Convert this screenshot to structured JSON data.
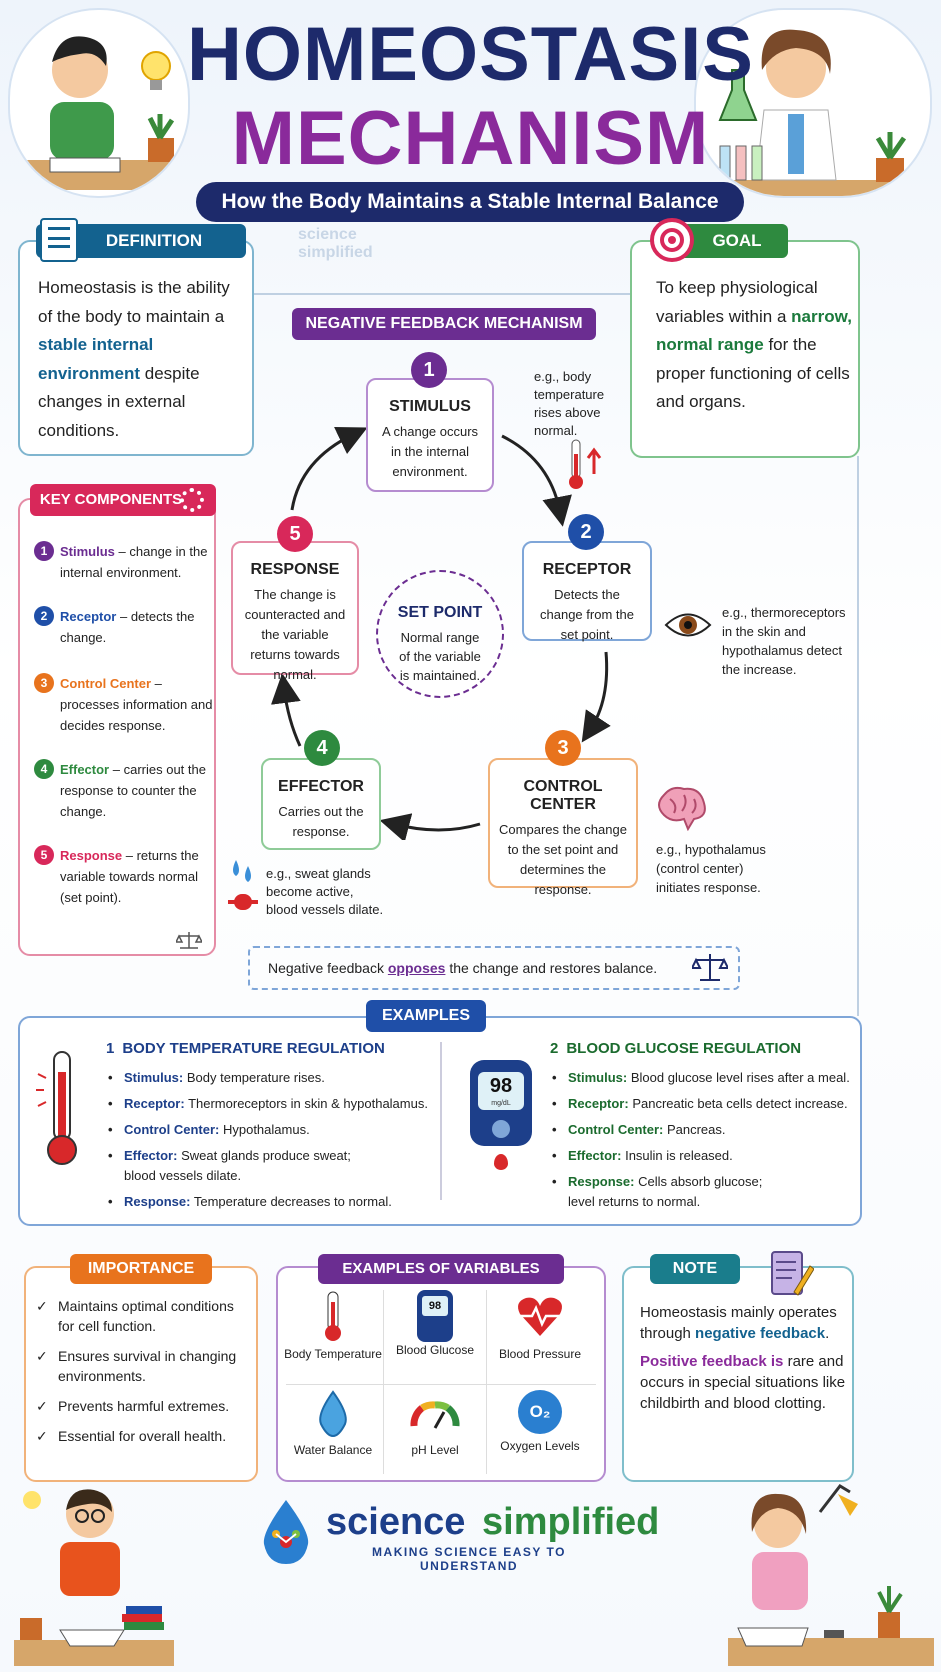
{
  "header": {
    "title_line1": "HOMEOSTASIS",
    "title_line2": "MECHANISM",
    "subtitle": "How the Body Maintains a Stable Internal Balance"
  },
  "watermark": "science simplified",
  "definition": {
    "heading": "DEFINITION",
    "text_a": "Homeostasis is the ability of the body to maintain a",
    "text_highlight": "stable internal environment",
    "text_b": "despite changes in external conditions."
  },
  "goal": {
    "heading": "GOAL",
    "text_a": "To keep physiological variables within a",
    "text_highlight": "narrow, normal range",
    "text_b": "for the proper functioning of cells and organs."
  },
  "mechanism": {
    "heading": "NEGATIVE FEEDBACK MECHANISM",
    "set_point_title": "SET POINT",
    "set_point_desc": "Normal range of the variable is maintained.",
    "steps": [
      {
        "num": "1",
        "title": "STIMULUS",
        "desc": "A change occurs in the internal environment.",
        "example": "e.g., body temperature rises above normal."
      },
      {
        "num": "2",
        "title": "RECEPTOR",
        "desc": "Detects the change from the set point.",
        "example": "e.g., thermoreceptors in the skin and hypothalamus detect the increase."
      },
      {
        "num": "3",
        "title": "CONTROL CENTER",
        "desc": "Compares the change to the set point and determines the response.",
        "example": "e.g., hypothalamus (control center) initiates response."
      },
      {
        "num": "4",
        "title": "EFFECTOR",
        "desc": "Carries out the response.",
        "example": "e.g., sweat glands become active, blood vessels dilate."
      },
      {
        "num": "5",
        "title": "RESPONSE",
        "desc": "The change is counteracted and the variable returns towards normal.",
        "example": ""
      }
    ],
    "summary_a": "Negative feedback",
    "summary_word": "opposes",
    "summary_b": "the change and restores balance."
  },
  "key_components": {
    "heading": "KEY COMPONENTS",
    "items": [
      {
        "num": "1",
        "term": "Stimulus",
        "desc": "– change in the internal environment.",
        "color": "#6b2d91"
      },
      {
        "num": "2",
        "term": "Receptor",
        "desc": "– detects the change.",
        "color": "#1f4fa8"
      },
      {
        "num": "3",
        "term": "Control Center",
        "desc": "– processes information and decides response.",
        "color": "#e8731d"
      },
      {
        "num": "4",
        "term": "Effector",
        "desc": "– carries out the response to counter the change.",
        "color": "#2e8a3f"
      },
      {
        "num": "5",
        "term": "Response",
        "desc": "– returns the variable towards normal (set point).",
        "color": "#d8285a"
      }
    ]
  },
  "examples": {
    "heading": "EXAMPLES",
    "ex1": {
      "num": "1",
      "title": "BODY TEMPERATURE REGULATION",
      "rows": [
        {
          "label": "Stimulus:",
          "value": "Body temperature rises."
        },
        {
          "label": "Receptor:",
          "value": "Thermoreceptors in skin & hypothalamus."
        },
        {
          "label": "Control Center:",
          "value": "Hypothalamus."
        },
        {
          "label": "Effector:",
          "value": "Sweat glands produce sweat; blood vessels dilate."
        },
        {
          "label": "Response:",
          "value": "Temperature decreases to normal."
        }
      ]
    },
    "ex2": {
      "num": "2",
      "title": "BLOOD GLUCOSE REGULATION",
      "meter_reading": "98",
      "meter_unit": "mg/dL",
      "rows": [
        {
          "label": "Stimulus:",
          "value": "Blood glucose level rises after a meal."
        },
        {
          "label": "Receptor:",
          "value": "Pancreatic beta cells detect increase."
        },
        {
          "label": "Control Center:",
          "value": "Pancreas."
        },
        {
          "label": "Effector:",
          "value": "Insulin is released."
        },
        {
          "label": "Response:",
          "value": "Cells absorb glucose; level returns to normal."
        }
      ]
    }
  },
  "importance": {
    "heading": "IMPORTANCE",
    "items": [
      "Maintains optimal conditions for cell function.",
      "Ensures survival in changing environments.",
      "Prevents harmful extremes.",
      "Essential for overall health."
    ]
  },
  "variables": {
    "heading": "EXAMPLES OF VARIABLES",
    "items": [
      {
        "label": "Body Temperature",
        "icon": "thermometer-icon"
      },
      {
        "label": "Blood Glucose",
        "icon": "glucose-meter-icon",
        "reading": "98"
      },
      {
        "label": "Blood Pressure",
        "icon": "heart-icon"
      },
      {
        "label": "Water Balance",
        "icon": "water-drop-icon"
      },
      {
        "label": "pH Level",
        "icon": "ph-gauge-icon"
      },
      {
        "label": "Oxygen Levels",
        "icon": "oxygen-icon",
        "symbol": "O₂"
      }
    ]
  },
  "note": {
    "heading": "NOTE",
    "text_a": "Homeostasis mainly operates through",
    "text_highlight": "negative feedback",
    "text_b": ".",
    "text_c_highlight": "Positive feedback is",
    "text_d": "rare and occurs in special situations like childbirth and blood clotting."
  },
  "footer": {
    "brand_a": "science",
    "brand_b": "simplified",
    "tagline": "MAKING SCIENCE EASY TO UNDERSTAND"
  },
  "colors": {
    "navy": "#1d2a6b",
    "purple": "#8a2a9b",
    "teal": "#13628f",
    "green": "#2e8a3f",
    "orange": "#e8731d",
    "crimson": "#d8285a",
    "blue": "#1f4fa8"
  }
}
